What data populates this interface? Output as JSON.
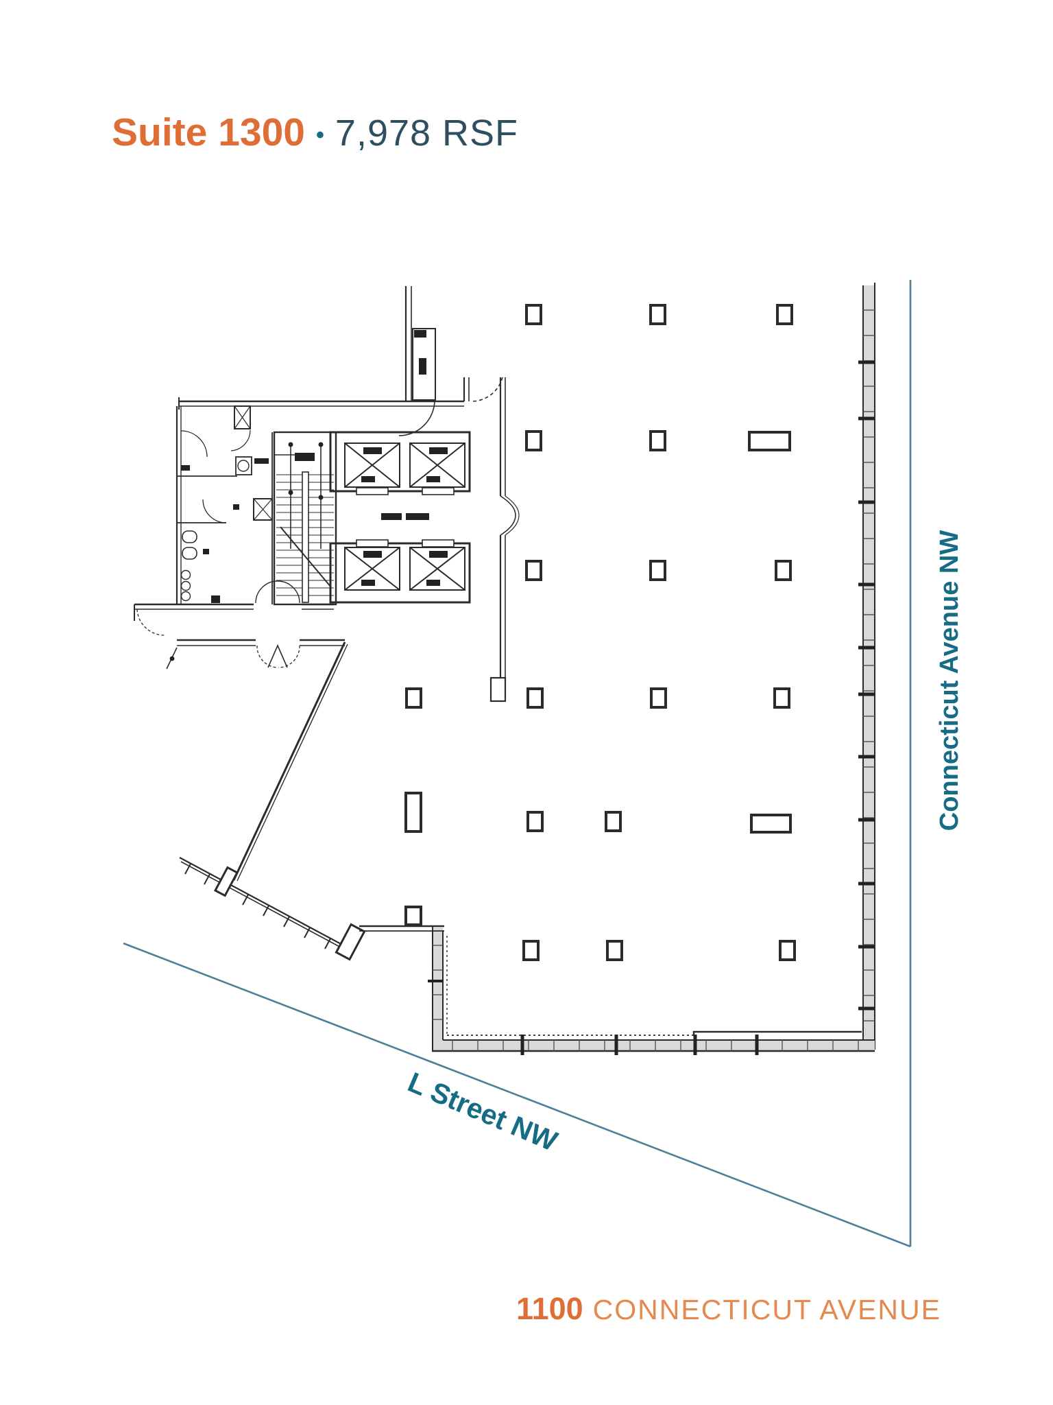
{
  "title": {
    "suite": "Suite 1300",
    "separator": "•",
    "area": "7,978 RSF"
  },
  "plan": {
    "street_side_label": "Connecticut Avenue NW",
    "street_bottom_label": "L Street NW"
  },
  "footer": {
    "building_number": "1100",
    "building_street": "CONNECTICUT AVENUE"
  },
  "colors": {
    "accent_orange": "#DE6E35",
    "accent_orange_light": "#E6894F",
    "title_slate": "#2E4F60",
    "street_teal": "#156C84",
    "property_line_blue": "#4E7F98",
    "plan_ink": "#2b2b2b"
  }
}
